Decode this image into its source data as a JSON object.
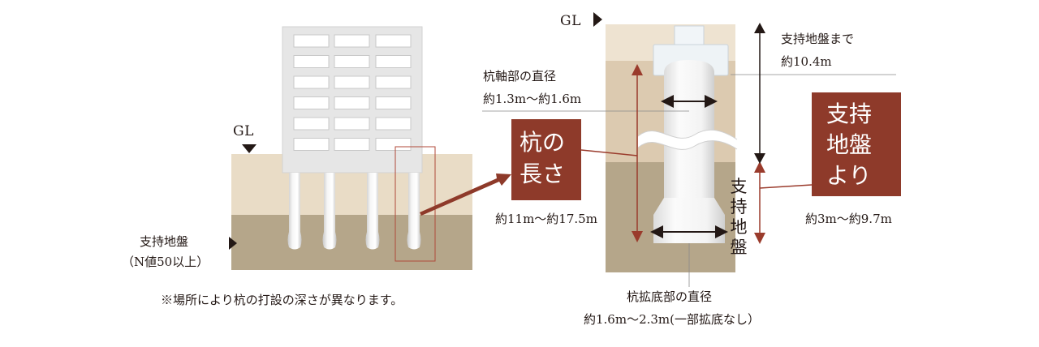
{
  "left": {
    "gl_label": "GL",
    "bearing_label_line1": "支持地盤",
    "bearing_label_line2": "（N値50以上）",
    "note": "※場所により杭の打設の深さが異なります。"
  },
  "right": {
    "gl_label": "GL",
    "shaft_diameter_title": "杭軸部の直径",
    "shaft_diameter_value": "約1.3m〜約1.6m",
    "pile_length_line1": "杭の",
    "pile_length_line2": "長さ",
    "pile_length_value": "約11m〜約17.5m",
    "to_bearing_title": "支持地盤まで",
    "to_bearing_value": "約10.4m",
    "from_bearing_line1": "支持",
    "from_bearing_line2": "地盤",
    "from_bearing_line3": "より",
    "from_bearing_value": "約3m〜約9.7m",
    "bearing_vertical": [
      "支",
      "持",
      "地",
      "盤"
    ],
    "base_diameter_title": "杭拡底部の直径",
    "base_diameter_value": "約1.6m〜2.3m(一部拡底なし）"
  },
  "colors": {
    "accent_red": "#8e3a2a",
    "arrow_red": "#9a3b2c",
    "soil_light": "#e9dcc6",
    "soil_mid": "#dccab0",
    "soil_bearing": "#b5a68a",
    "building": "#e6e6e6"
  }
}
